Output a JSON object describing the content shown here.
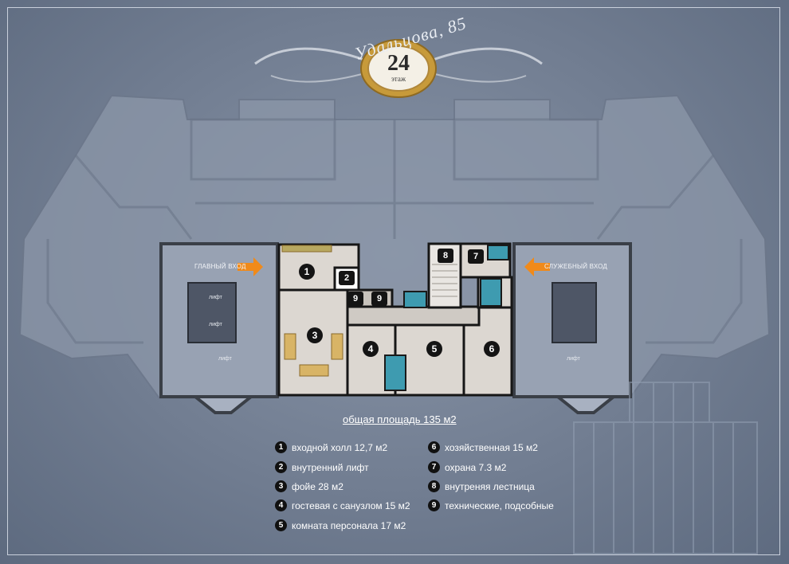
{
  "header": {
    "title": "Удальцова, 85",
    "floor_number": "24",
    "floor_label": "этаж"
  },
  "plan": {
    "main_entrance": "ГЛАВНЫЙ ВХОД",
    "service_entrance": "СЛУЖЕБНЫЙ ВХОД",
    "lift_label": "лифт",
    "markers": [
      "1",
      "2",
      "3",
      "4",
      "5",
      "6",
      "7",
      "8",
      "9",
      "9"
    ]
  },
  "summary": {
    "total_area": "общая площадь  135 м2"
  },
  "legend": [
    {
      "num": "1",
      "text": "входной холл  12,7 м2"
    },
    {
      "num": "2",
      "text": "внутренний лифт"
    },
    {
      "num": "3",
      "text": "фойе  28 м2"
    },
    {
      "num": "4",
      "text": "гостевая с санузлом  15 м2"
    },
    {
      "num": "5",
      "text": "комната персонала  17 м2"
    },
    {
      "num": "6",
      "text": "хозяйственная   15 м2"
    },
    {
      "num": "7",
      "text": "охрана   7.3 м2"
    },
    {
      "num": "8",
      "text": "внутреняя лестница"
    },
    {
      "num": "9",
      "text": "технические, подсобные"
    }
  ],
  "colors": {
    "background": "#717d91",
    "room_floor": "#d9d4ce",
    "wall": "#1a1a1a",
    "arrow": "#f08a1a",
    "medallion": "#c79a3a"
  }
}
